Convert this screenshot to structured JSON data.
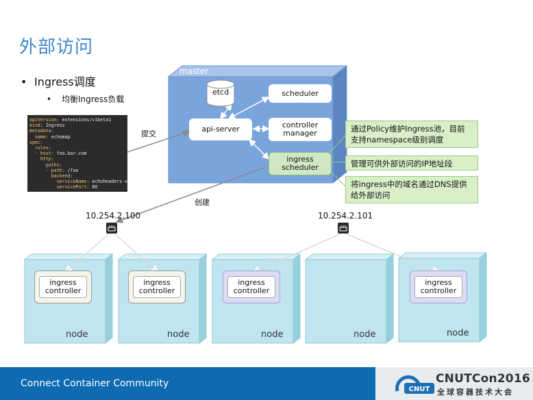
{
  "slide": {
    "title": "外部访问",
    "bullet_main": "Ingress调度",
    "bullet_sub": "均衡Ingress负载",
    "bullet_marker": "•"
  },
  "yaml": [
    {
      "k": "apiVersion:",
      "v": " extensions/v1beta1"
    },
    {
      "k": "kind:",
      "v": " Ingress"
    },
    {
      "k": "metadata:",
      "v": ""
    },
    {
      "k": "  name:",
      "v": " echomap"
    },
    {
      "k": "spec:",
      "v": ""
    },
    {
      "k": "  rules:",
      "v": ""
    },
    {
      "k": "  - host:",
      "v": " foo.bar.com"
    },
    {
      "k": "    http:",
      "v": ""
    },
    {
      "k": "      paths:",
      "v": ""
    },
    {
      "k": "      - path:",
      "v": " /foo"
    },
    {
      "k": "        backend:",
      "v": ""
    },
    {
      "k": "          serviceName:",
      "v": " echoheaders-x"
    },
    {
      "k": "          servicePort:",
      "v": " 80"
    }
  ],
  "master": {
    "label": "master",
    "etcd": "etcd",
    "scheduler": "scheduler",
    "api_server": "api-server",
    "controller_manager_1": "controller",
    "controller_manager_2": "manager",
    "ingress_scheduler_1": "ingress",
    "ingress_scheduler_2": "scheduler"
  },
  "notes": {
    "note1_line1": "通过Policy维护Ingress池，目前",
    "note1_line2": "支持namespace级别调度",
    "note2": "管理可供外部访问的IP地址段",
    "note3_line1": "将ingress中的域名通过DNS提供",
    "note3_line2": "给外部访问"
  },
  "edges": {
    "submit": "提交",
    "create": "创建"
  },
  "ips": {
    "ip1": "10.254.2.100",
    "ip2": "10.254.2.101"
  },
  "nodes": {
    "label": "node",
    "ic_line1": "ingress",
    "ic_line2": "controller"
  },
  "footer": {
    "text": "Connect Container Community",
    "logo_word": "CNUTCon2016",
    "logo_sub": "全球容器技术大会",
    "logo_mark": "CNUT"
  },
  "colors": {
    "title": "#3b87c8",
    "master": "#7aa4dc",
    "node": "#bfe5ef",
    "note": "#d8efc8",
    "footer": "#0e6ab1"
  }
}
